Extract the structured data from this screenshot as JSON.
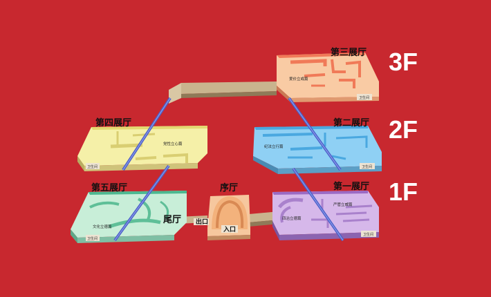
{
  "floors": [
    {
      "key": "3F",
      "label": "3F"
    },
    {
      "key": "2F",
      "label": "2F"
    },
    {
      "key": "1F",
      "label": "1F"
    }
  ],
  "halls": {
    "hall3": {
      "title": "第三展厅",
      "room": "爱价立戒篇",
      "wc": "卫生间",
      "color": "#f9cba4"
    },
    "hall4": {
      "title": "第四展厅",
      "room": "党性立心篇",
      "wc": "卫生间",
      "color": "#f5f0a8"
    },
    "hall2": {
      "title": "第二展厅",
      "room": "纪法立行篇",
      "wc": "卫生间",
      "color": "#8fd0f4"
    },
    "hall5": {
      "title": "第五展厅",
      "room": "文化立德篇",
      "wc": "卫生间",
      "color": "#c8eed8"
    },
    "hall1": {
      "title": "第一展厅",
      "room": "严管立威篇",
      "room2": "四治立德篇",
      "wc": "卫生间",
      "color": "#d6b8ea"
    },
    "prelude": {
      "title": "序厅",
      "color": "#f6c79e"
    },
    "tail": {
      "title": "尾厅"
    }
  },
  "doors": {
    "exit": "出口",
    "entrance": "入口"
  },
  "colors": {
    "background": "#c8282f",
    "stairs": "#4b5fc9",
    "corridor": "#c9b48e"
  }
}
